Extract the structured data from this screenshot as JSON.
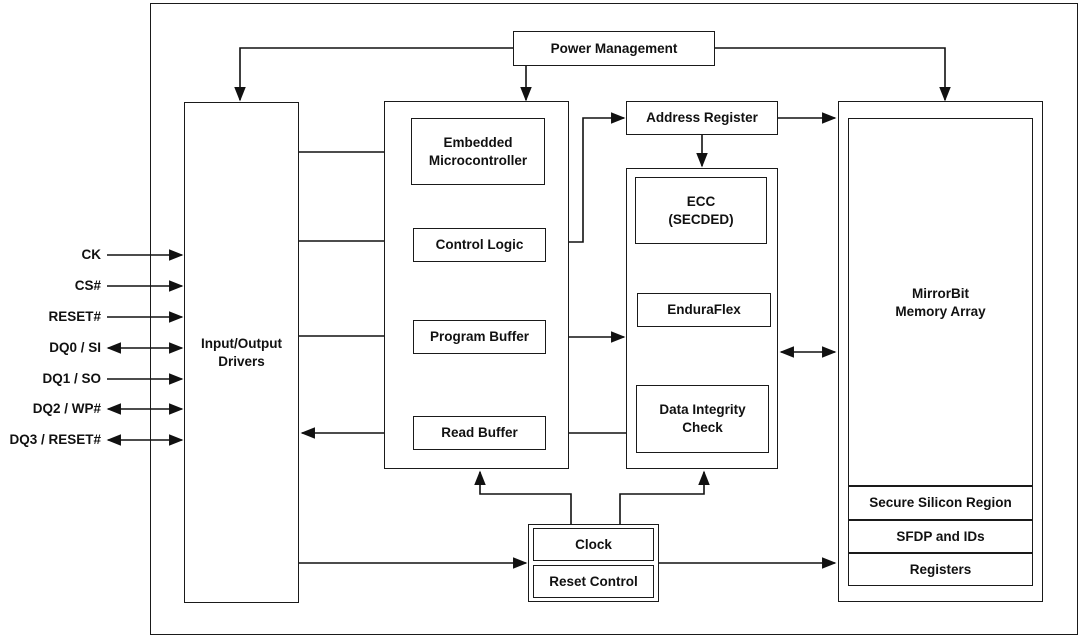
{
  "blocks": {
    "power_management": "Power Management",
    "io_drivers": "Input/Output\nDrivers",
    "embedded_microcontroller": "Embedded\nMicrocontroller",
    "control_logic": "Control Logic",
    "program_buffer": "Program Buffer",
    "read_buffer": "Read Buffer",
    "address_register": "Address Register",
    "ecc": "ECC\n(SECDED)",
    "enduraflex": "EnduraFlex",
    "data_integrity_check": "Data Integrity\nCheck",
    "memory_array": "MirrorBit\nMemory Array",
    "secure_silicon_region": "Secure Silicon Region",
    "sfdp_and_ids": "SFDP and IDs",
    "registers": "Registers",
    "clock": "Clock",
    "reset_control": "Reset Control"
  },
  "signals": [
    {
      "label": "CK",
      "direction": "in"
    },
    {
      "label": "CS#",
      "direction": "in"
    },
    {
      "label": "RESET#",
      "direction": "in"
    },
    {
      "label": "DQ0 / SI",
      "direction": "bidirectional"
    },
    {
      "label": "DQ1 / SO",
      "direction": "in"
    },
    {
      "label": "DQ2 / WP#",
      "direction": "bidirectional"
    },
    {
      "label": "DQ3 / RESET#",
      "direction": "bidirectional"
    }
  ]
}
